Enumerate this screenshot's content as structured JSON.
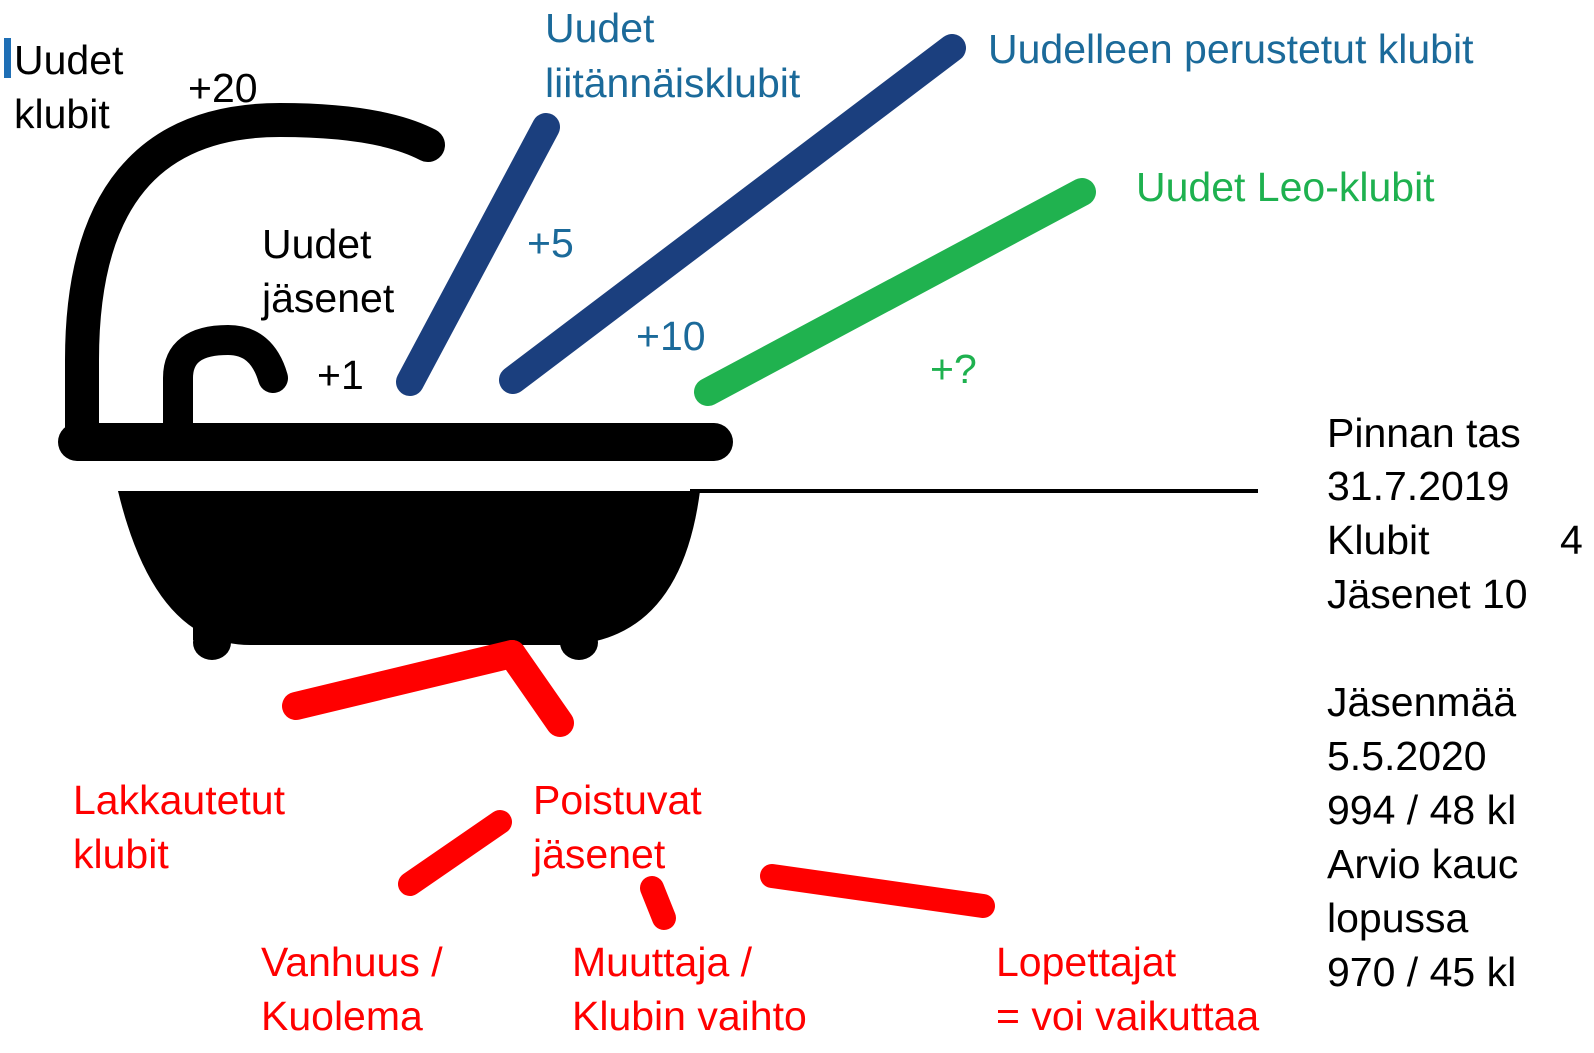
{
  "colors": {
    "black": "#000000",
    "dark_blue": "#1b3f7e",
    "label_blue": "#1b6a9a",
    "green": "#20b24f",
    "red": "#ff0000"
  },
  "labels": {
    "new_clubs": [
      "Uudet",
      "klubit"
    ],
    "new_clubs_value": "+20",
    "new_members": [
      "Uudet",
      "jäsenet"
    ],
    "new_members_value": "+1",
    "new_branch_clubs": [
      "Uudet",
      "liitännäisklubit"
    ],
    "new_branch_clubs_value": "+5",
    "refounded_clubs": "Uudelleen perustetut klubit",
    "refounded_clubs_value": "+10",
    "new_leo_clubs": "Uudet Leo-klubit",
    "new_leo_clubs_value": "+?",
    "closed_clubs": [
      "Lakkautetut",
      "klubit"
    ],
    "leaving_members": [
      "Poistuvat",
      "jäsenet"
    ],
    "old_age": [
      "Vanhuus /",
      "Kuolema"
    ],
    "movers": [
      "Muuttaja /",
      "Klubin vaihto"
    ],
    "quitters": [
      "Lopettajat",
      "= voi vaikuttaa"
    ]
  },
  "stats": {
    "level_lines": [
      "Pinnan tas",
      "31.7.2019",
      "Klubit",
      "Jäsenet 10"
    ],
    "level_clubs_tail": "4",
    "members_lines": [
      "Jäsenmää",
      "5.5.2020",
      "994 / 48 kl",
      "Arvio kauc",
      "lopussa",
      "970 / 45 kl"
    ]
  }
}
